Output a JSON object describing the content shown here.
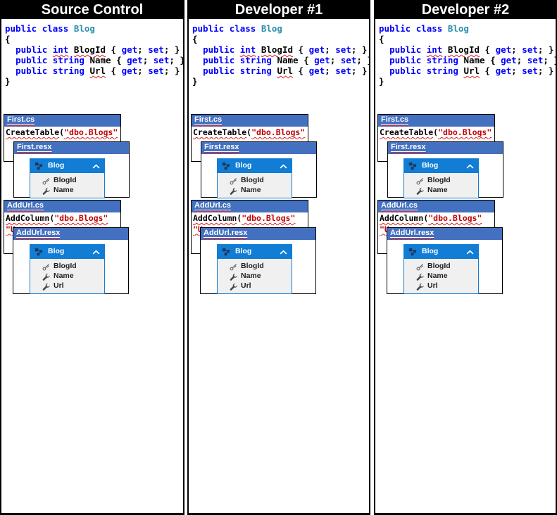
{
  "columns": [
    {
      "title": "Source Control"
    },
    {
      "title": "Developer #1"
    },
    {
      "title": "Developer #2"
    }
  ],
  "code_block": {
    "lines": [
      [
        {
          "t": "public",
          "c": "kw"
        },
        {
          "t": " ",
          "c": "pl"
        },
        {
          "t": "class",
          "c": "kw"
        },
        {
          "t": " ",
          "c": "pl"
        },
        {
          "t": "Blog",
          "c": "ty"
        }
      ],
      [
        {
          "t": "{",
          "c": "pl"
        }
      ],
      [
        {
          "t": "  ",
          "c": "pl"
        },
        {
          "t": "public",
          "c": "kw"
        },
        {
          "t": " ",
          "c": "pl"
        },
        {
          "t": "int",
          "c": "kw",
          "sq": true
        },
        {
          "t": " ",
          "c": "pl"
        },
        {
          "t": "BlogId",
          "c": "pl",
          "sq": true
        },
        {
          "t": " { ",
          "c": "pl"
        },
        {
          "t": "get",
          "c": "kw"
        },
        {
          "t": "; ",
          "c": "pl"
        },
        {
          "t": "set",
          "c": "kw"
        },
        {
          "t": "; }",
          "c": "pl"
        }
      ],
      [
        {
          "t": "  ",
          "c": "pl"
        },
        {
          "t": "public",
          "c": "kw"
        },
        {
          "t": " ",
          "c": "pl"
        },
        {
          "t": "string",
          "c": "kw"
        },
        {
          "t": " ",
          "c": "pl"
        },
        {
          "t": "Name",
          "c": "pl"
        },
        {
          "t": " { ",
          "c": "pl"
        },
        {
          "t": "get",
          "c": "kw"
        },
        {
          "t": "; ",
          "c": "pl"
        },
        {
          "t": "set",
          "c": "kw"
        },
        {
          "t": "; }",
          "c": "pl"
        }
      ],
      [
        {
          "t": "  ",
          "c": "pl"
        },
        {
          "t": "public",
          "c": "kw"
        },
        {
          "t": " ",
          "c": "pl"
        },
        {
          "t": "string",
          "c": "kw"
        },
        {
          "t": " ",
          "c": "pl"
        },
        {
          "t": "Url",
          "c": "pl",
          "sq": true
        },
        {
          "t": " { ",
          "c": "pl"
        },
        {
          "t": "get",
          "c": "kw"
        },
        {
          "t": "; ",
          "c": "pl"
        },
        {
          "t": "set",
          "c": "kw"
        },
        {
          "t": "; }",
          "c": "pl"
        }
      ],
      [
        {
          "t": "}",
          "c": "pl"
        }
      ]
    ]
  },
  "windows": {
    "first_cs": {
      "title": "First.cs",
      "body_lines": [
        [
          {
            "t": "CreateTable",
            "c": "pl",
            "sq": true
          },
          {
            "t": "(",
            "c": "pl"
          },
          {
            "t": "\"dbo.Blogs\"",
            "c": "str",
            "sq": true
          }
        ]
      ]
    },
    "first_resx": {
      "title": "First.resx",
      "entity": {
        "name": "Blog",
        "fields": [
          {
            "icon": "key",
            "label": "BlogId"
          },
          {
            "icon": "wrench",
            "label": "Name"
          }
        ]
      }
    },
    "addurl_cs": {
      "title": "AddUrl.cs",
      "body_lines": [
        [
          {
            "t": "AddColumn",
            "c": "pl",
            "sq": true
          },
          {
            "t": "(",
            "c": "pl"
          },
          {
            "t": "\"dbo.Blogs\"",
            "c": "str",
            "sq": true
          }
        ],
        [
          {
            "t": "\"U",
            "c": "str",
            "sq": true
          }
        ]
      ]
    },
    "addurl_resx": {
      "title": "AddUrl.resx",
      "entity": {
        "name": "Blog",
        "fields": [
          {
            "icon": "key",
            "label": "BlogId"
          },
          {
            "icon": "wrench",
            "label": "Name"
          },
          {
            "icon": "wrench",
            "label": "Url"
          }
        ]
      }
    }
  },
  "colors": {
    "keyword": "#0000FF",
    "type_name": "#2B91AF",
    "string": "#C00000",
    "squiggle": "#E02020",
    "titlebar_blue": "#4470C0",
    "entity_blue": "#117DD4",
    "header_bg": "#000000"
  }
}
